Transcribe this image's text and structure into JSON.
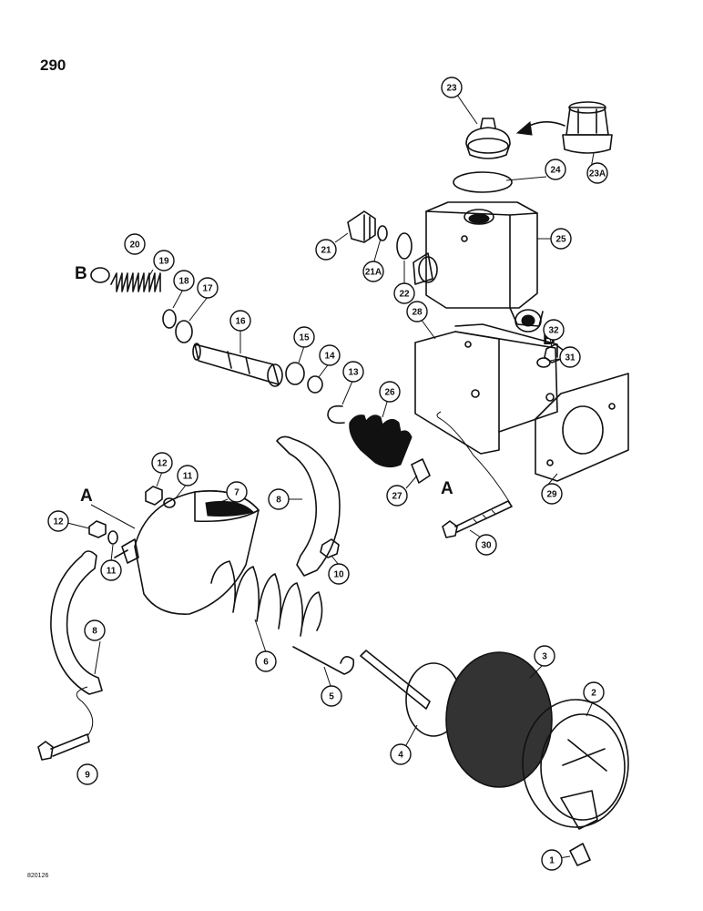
{
  "page": {
    "number": "290",
    "drawing_code": "820126"
  },
  "section_labels": [
    "A",
    "B",
    "A",
    "B"
  ],
  "callouts": [
    {
      "id": "c1",
      "label": "1"
    },
    {
      "id": "c2",
      "label": "2"
    },
    {
      "id": "c3",
      "label": "3"
    },
    {
      "id": "c4",
      "label": "4"
    },
    {
      "id": "c5",
      "label": "5"
    },
    {
      "id": "c6",
      "label": "6"
    },
    {
      "id": "c7",
      "label": "7"
    },
    {
      "id": "c8a",
      "label": "8"
    },
    {
      "id": "c8b",
      "label": "8"
    },
    {
      "id": "c9",
      "label": "9"
    },
    {
      "id": "c10",
      "label": "10"
    },
    {
      "id": "c11a",
      "label": "11"
    },
    {
      "id": "c11b",
      "label": "11"
    },
    {
      "id": "c12a",
      "label": "12"
    },
    {
      "id": "c12b",
      "label": "12"
    },
    {
      "id": "c13",
      "label": "13"
    },
    {
      "id": "c14",
      "label": "14"
    },
    {
      "id": "c15",
      "label": "15"
    },
    {
      "id": "c16",
      "label": "16"
    },
    {
      "id": "c17",
      "label": "17"
    },
    {
      "id": "c18",
      "label": "18"
    },
    {
      "id": "c19",
      "label": "19"
    },
    {
      "id": "c20",
      "label": "20"
    },
    {
      "id": "c21",
      "label": "21"
    },
    {
      "id": "c21a",
      "label": "21A"
    },
    {
      "id": "c22",
      "label": "22"
    },
    {
      "id": "c23",
      "label": "23"
    },
    {
      "id": "c23a",
      "label": "23A"
    },
    {
      "id": "c24",
      "label": "24"
    },
    {
      "id": "c25",
      "label": "25"
    },
    {
      "id": "c26",
      "label": "26"
    },
    {
      "id": "c27",
      "label": "27"
    },
    {
      "id": "c28",
      "label": "28"
    },
    {
      "id": "c29",
      "label": "29"
    },
    {
      "id": "c30",
      "label": "30"
    },
    {
      "id": "c31",
      "label": "31"
    },
    {
      "id": "c32",
      "label": "32"
    }
  ]
}
